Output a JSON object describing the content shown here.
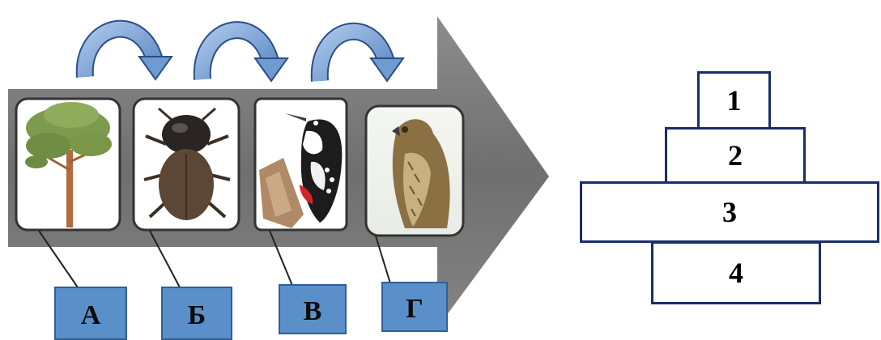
{
  "chain": {
    "labels": [
      "А",
      "Б",
      "В",
      "Г"
    ],
    "icons": [
      "pine-tree-icon",
      "beetle-icon",
      "woodpecker-icon",
      "hawk-icon"
    ]
  },
  "pyramid": {
    "levels": [
      "1",
      "2",
      "3",
      "4"
    ]
  },
  "colors": {
    "arrow": "#7a7a7a",
    "curved_arrow": "#6f9bd3",
    "label_box": "#5b8fc9",
    "pyramid_border": "#1a2d6b"
  }
}
